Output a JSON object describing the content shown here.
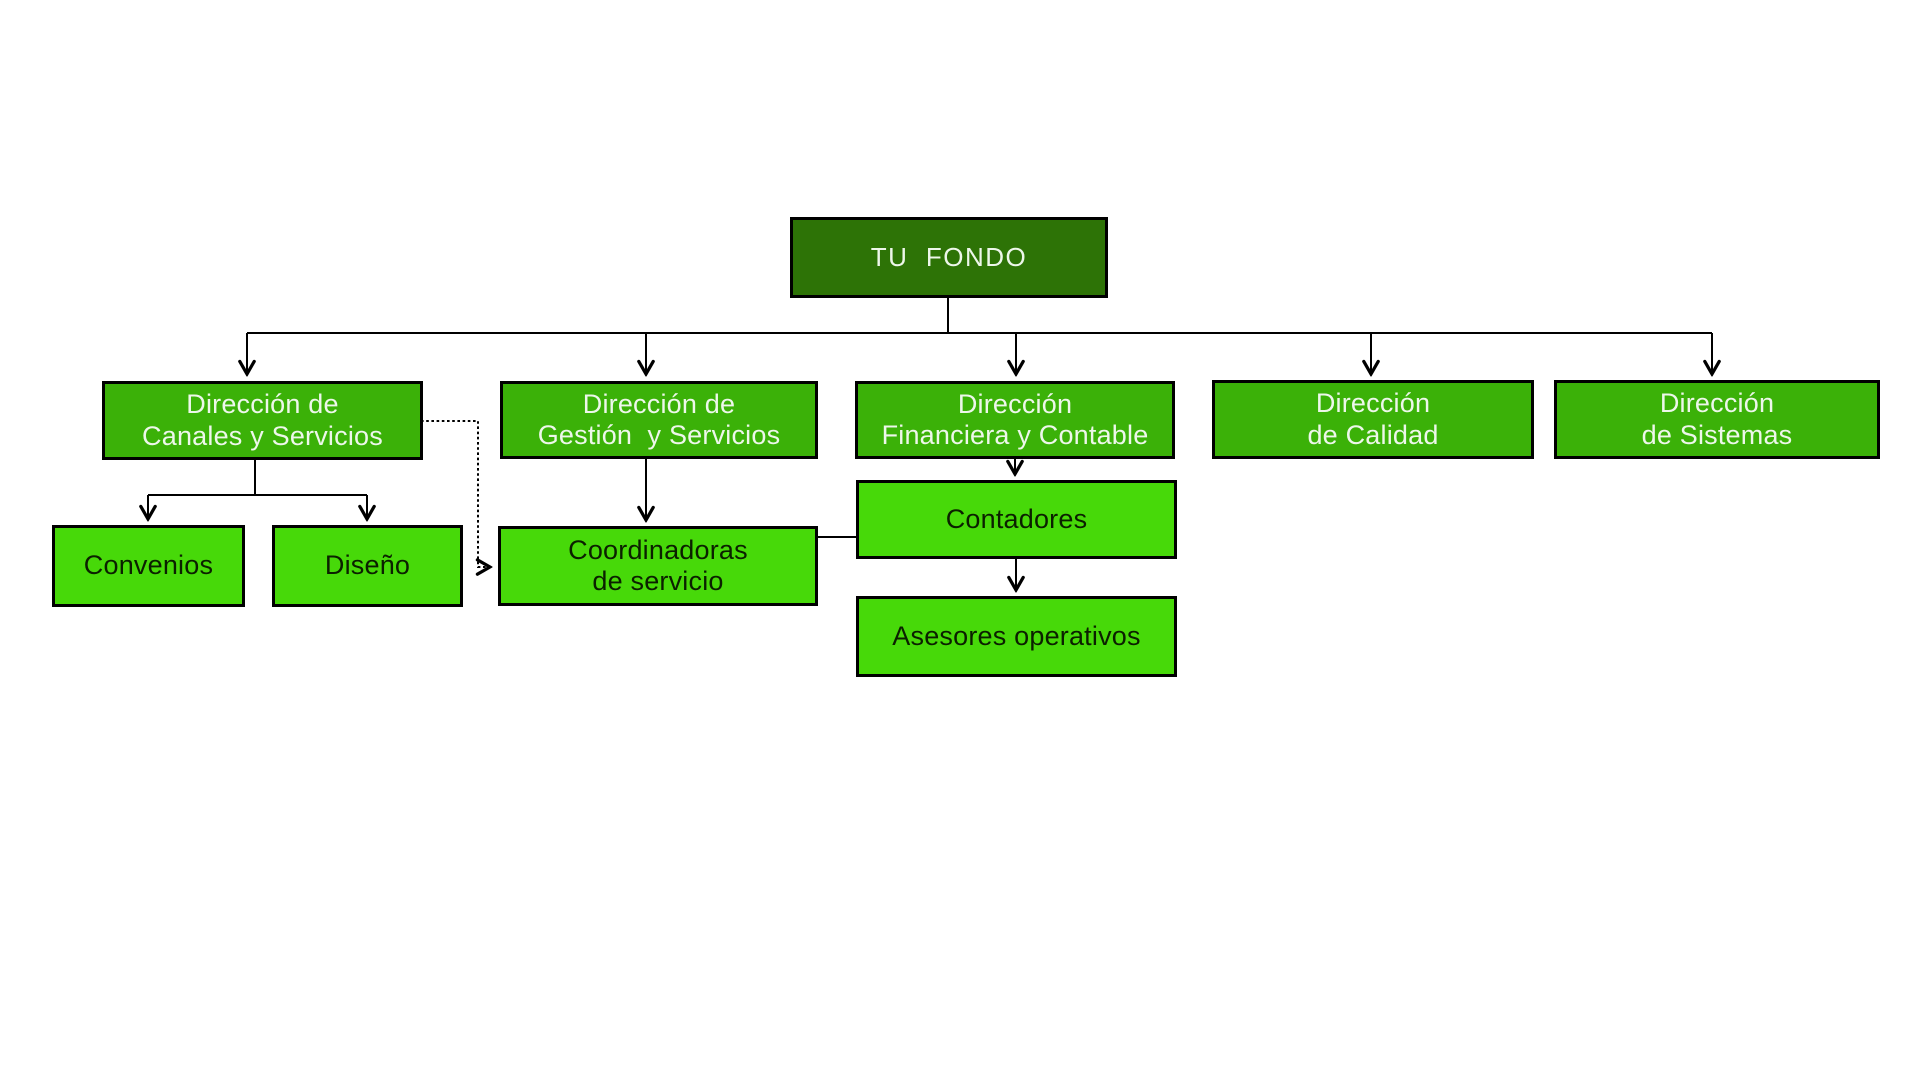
{
  "colors": {
    "root_fill": "#2d7306",
    "direction_fill": "#3bb108",
    "unit_fill": "#47d909",
    "box_border": "#000000",
    "connector": "#000000",
    "light_text": "#edf7ea",
    "dark_text": "#0b2000",
    "background": "#ffffff"
  },
  "root": {
    "label": "TU  FONDO"
  },
  "directions": [
    {
      "label": "Dirección de\nCanales y Servicios"
    },
    {
      "label": "Dirección de\nGestión  y Servicios"
    },
    {
      "label": "Dirección\nFinanciera y Contable"
    },
    {
      "label": "Dirección\nde Calidad"
    },
    {
      "label": "Dirección\nde Sistemas"
    }
  ],
  "units": [
    {
      "label": "Convenios"
    },
    {
      "label": "Diseño"
    },
    {
      "label": "Coordinadoras\nde servicio"
    },
    {
      "label": "Contadores"
    },
    {
      "label": "Asesores operativos"
    }
  ]
}
